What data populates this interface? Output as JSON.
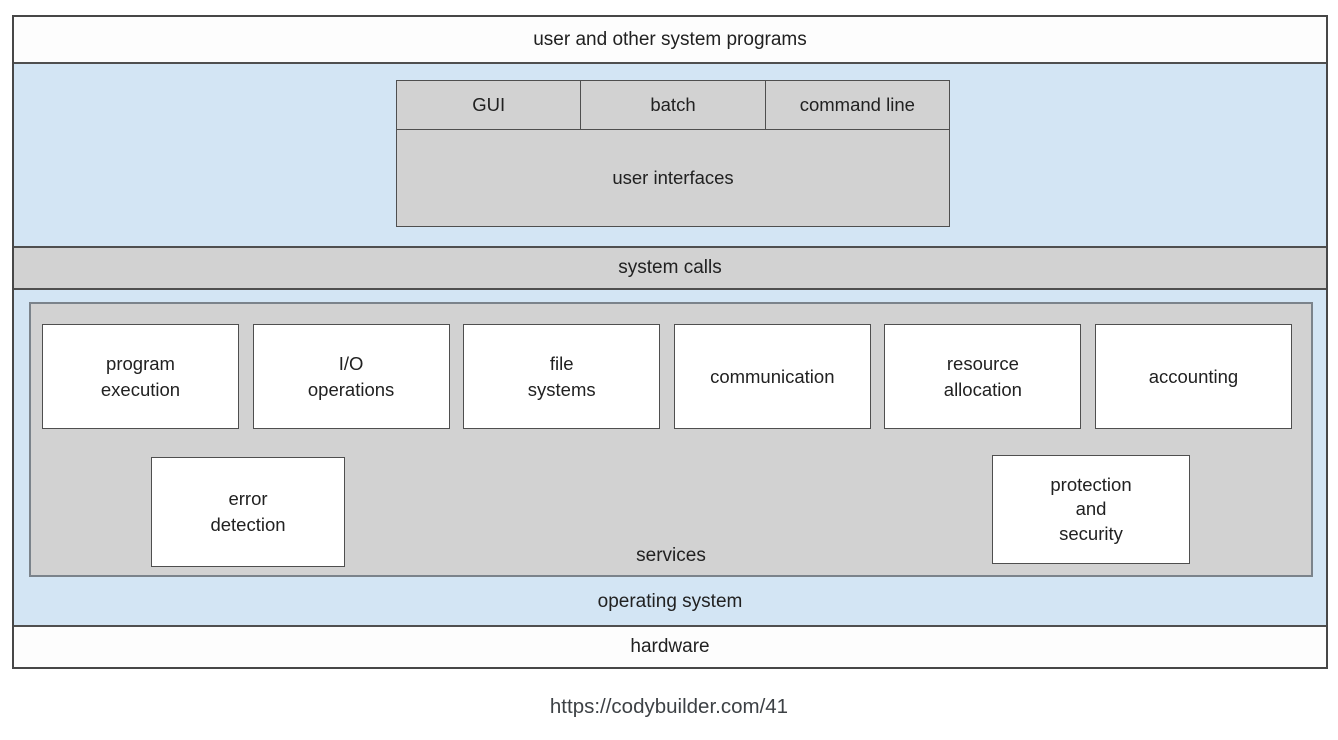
{
  "diagram": {
    "user_programs_label": "user and other system programs",
    "user_interfaces": {
      "cells": [
        "GUI",
        "batch",
        "command line"
      ],
      "label": "user interfaces"
    },
    "system_calls_label": "system calls",
    "services": {
      "row1": [
        "program\nexecution",
        "I/O\noperations",
        "file\nsystems",
        "communication",
        "resource\nallocation",
        "accounting"
      ],
      "row2": [
        "error\ndetection",
        "protection\nand\nsecurity"
      ],
      "label": "services"
    },
    "operating_system_label": "operating system",
    "hardware_label": "hardware"
  },
  "caption": {
    "url": "https://codybuilder.com/41"
  },
  "colors": {
    "band_blue": "#d3e5f4",
    "box_gray": "#d2d2d2",
    "band_white": "#fdfdfd",
    "border_dark": "#474747",
    "border_services": "#7b838b",
    "text": "#212121",
    "caption_text": "#3d4145"
  }
}
